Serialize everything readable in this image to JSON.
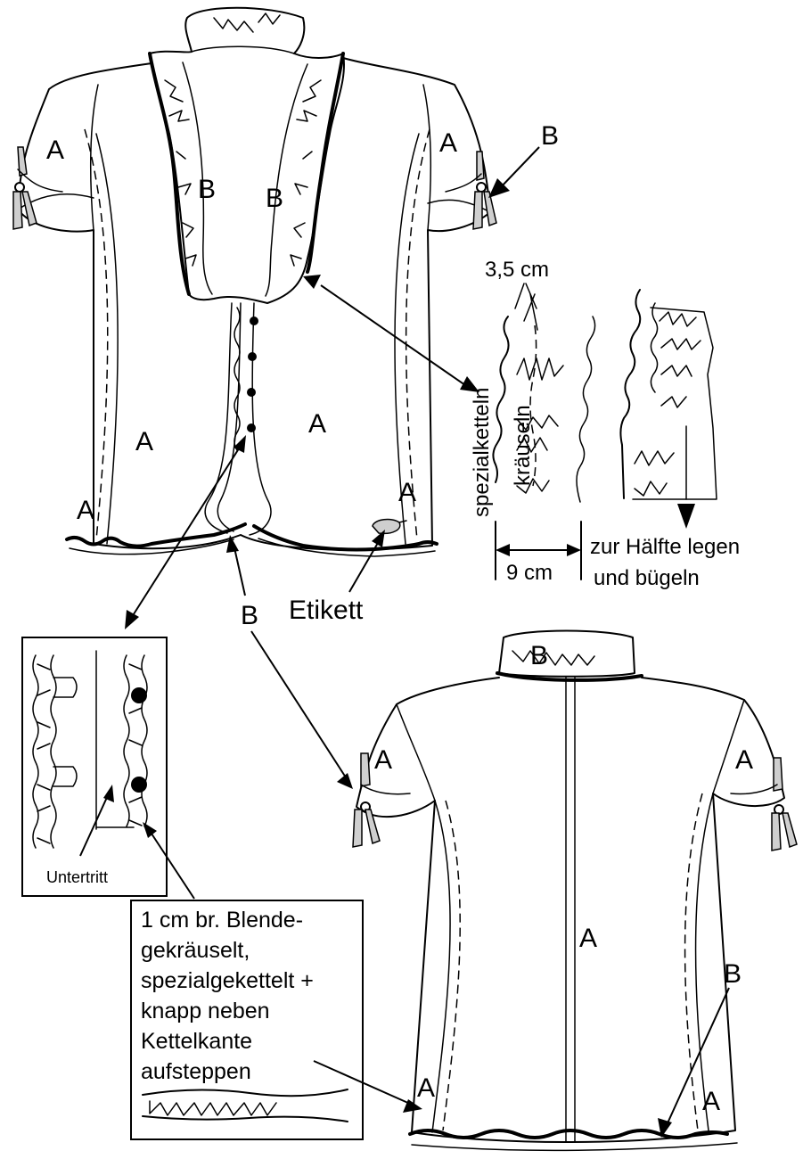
{
  "labels": {
    "panel_a": "A",
    "panel_b": "B",
    "label_etikett": "Etikett",
    "measure_width": "3,5 cm",
    "measure_depth": "9 cm",
    "vertical_spezialketteln": "spezialketteln",
    "vertical_kraeuseln": "kräuseln",
    "fold_line1": "zur Hälfte legen",
    "fold_line2": "und bügeln",
    "untertritt": "Untertritt",
    "note_lines": [
      "1 cm br. Blende-",
      "gekräuselt,",
      "spezialgekettelt +",
      "knapp neben",
      "Kettelkante",
      "aufsteppen"
    ]
  },
  "colors": {
    "line": "#000000",
    "tie_fill": "#cfcfcf",
    "background": "#ffffff"
  },
  "icons": [
    "front-blouse-drawing",
    "back-blouse-drawing",
    "ruffle-detail-drawing",
    "placket-detail-drawing",
    "sleeve-tie-icon",
    "button-icon",
    "label-tag-icon"
  ]
}
